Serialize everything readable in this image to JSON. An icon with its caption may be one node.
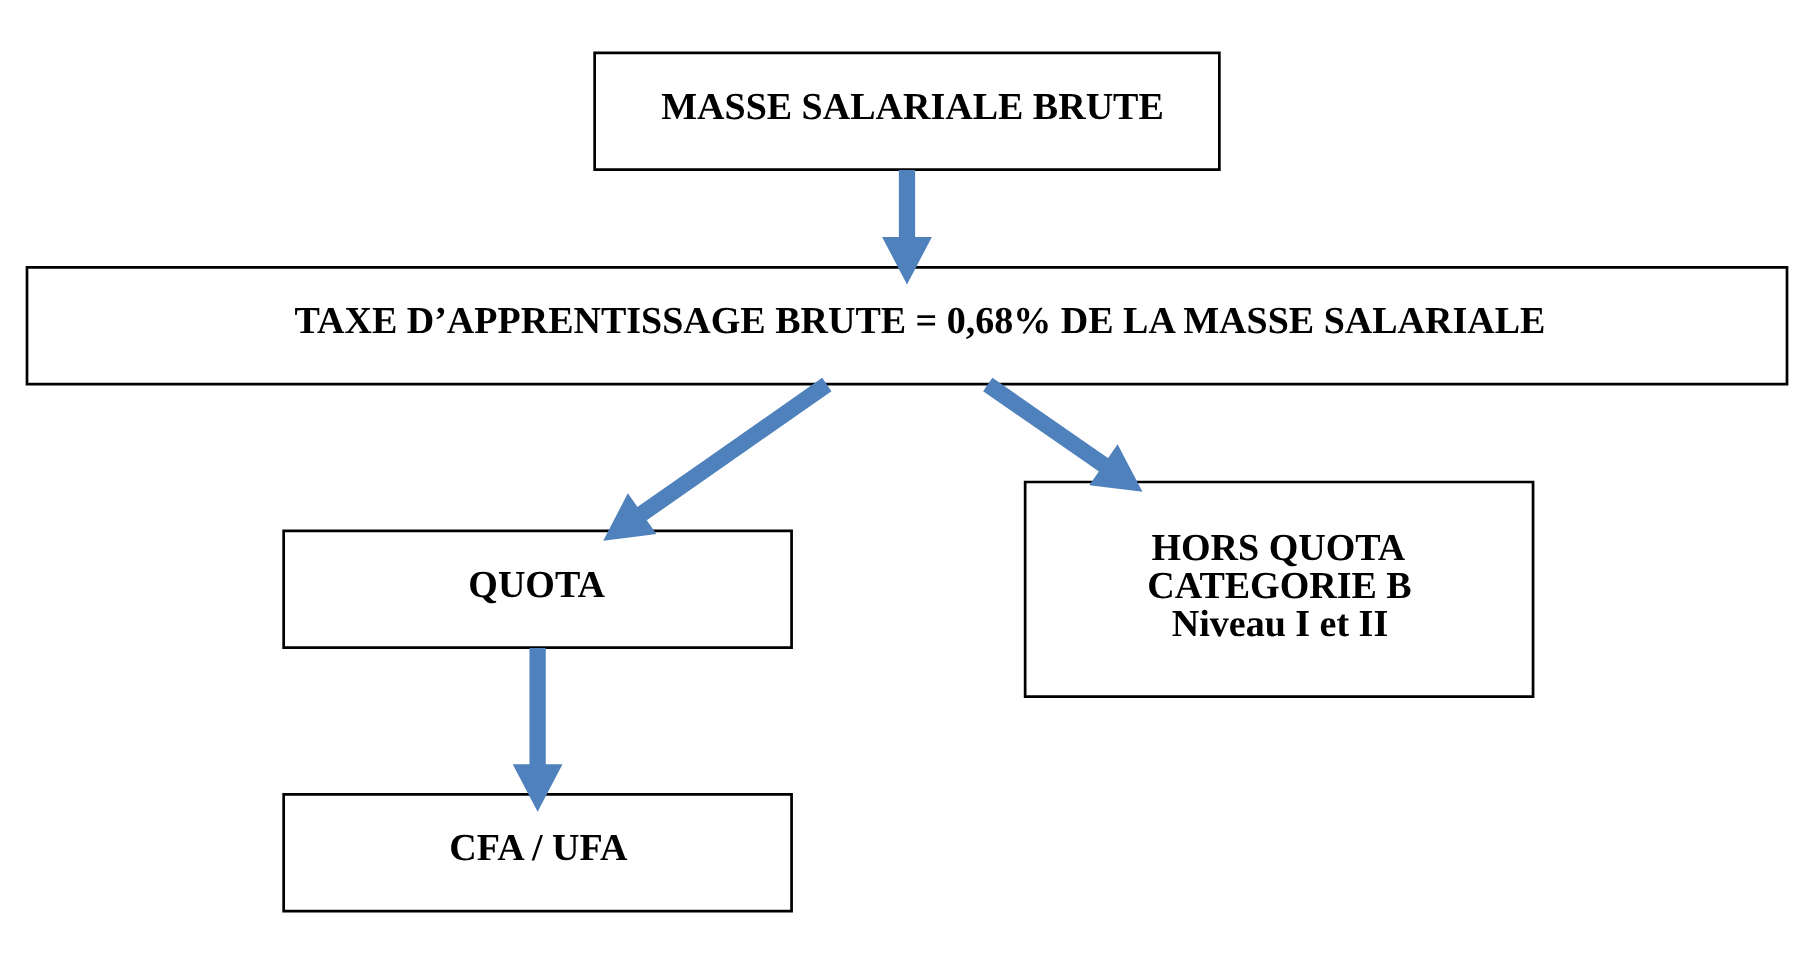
{
  "diagram": {
    "nodes": [
      {
        "text": [
          "MASSE SALARIALE BRUTE"
        ]
      },
      {
        "text": [
          "TAXE D’APPRENTISSAGE BRUTE = 0,68% DE LA MASSE SALARIALE"
        ]
      },
      {
        "text": [
          "QUOTA"
        ]
      },
      {
        "text": [
          "HORS QUOTA",
          "CATEGORIE B",
          "Niveau I et II"
        ]
      },
      {
        "text": [
          "CFA / UFA"
        ]
      }
    ],
    "edges": [
      {
        "from": 0,
        "to": 1,
        "arrow": "to"
      },
      {
        "from": 1,
        "to": 2,
        "arrow": "to"
      },
      {
        "from": 1,
        "to": 3,
        "arrow": "to"
      },
      {
        "from": 2,
        "to": 4,
        "arrow": "to"
      }
    ]
  }
}
